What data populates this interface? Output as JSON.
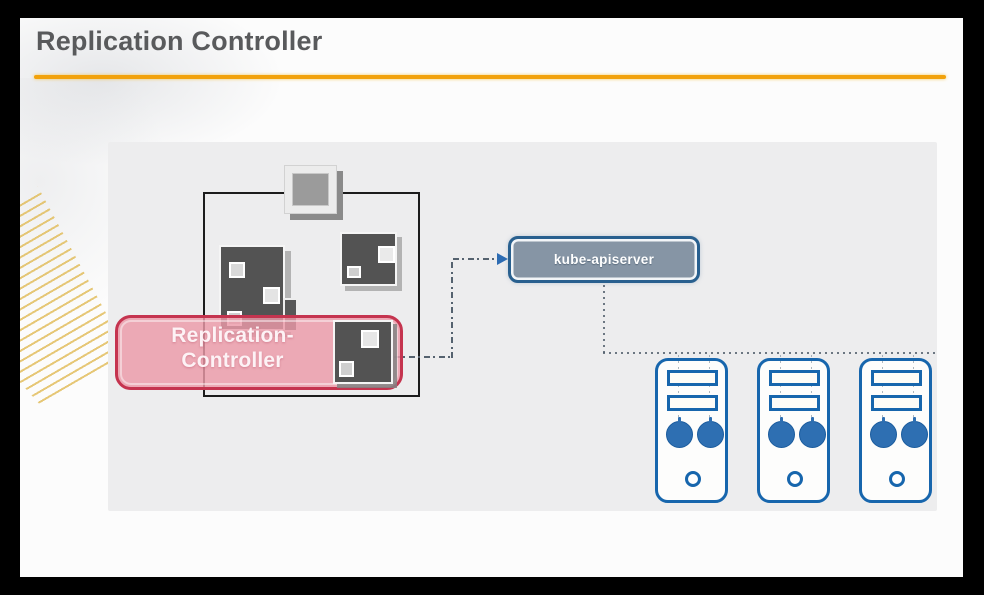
{
  "title": "Replication Controller",
  "diagram": {
    "cluster": {
      "description": "cluster boundary with master icon and pods",
      "pod_count": 3
    },
    "replication_controller": {
      "label_line1": "Replication-",
      "label_line2": "Controller"
    },
    "kube_apiserver": {
      "label": "kube-apiserver"
    },
    "nodes": {
      "count": 3,
      "pods_per_node": 2
    }
  },
  "colors": {
    "accent_orange": "#F2A20C",
    "title_gray": "#595A5C",
    "rc_border": "#C5344F",
    "api_fill": "#8695A5",
    "api_border": "#29608F",
    "node_blue": "#1766AD",
    "pod_dark": "#535353"
  }
}
